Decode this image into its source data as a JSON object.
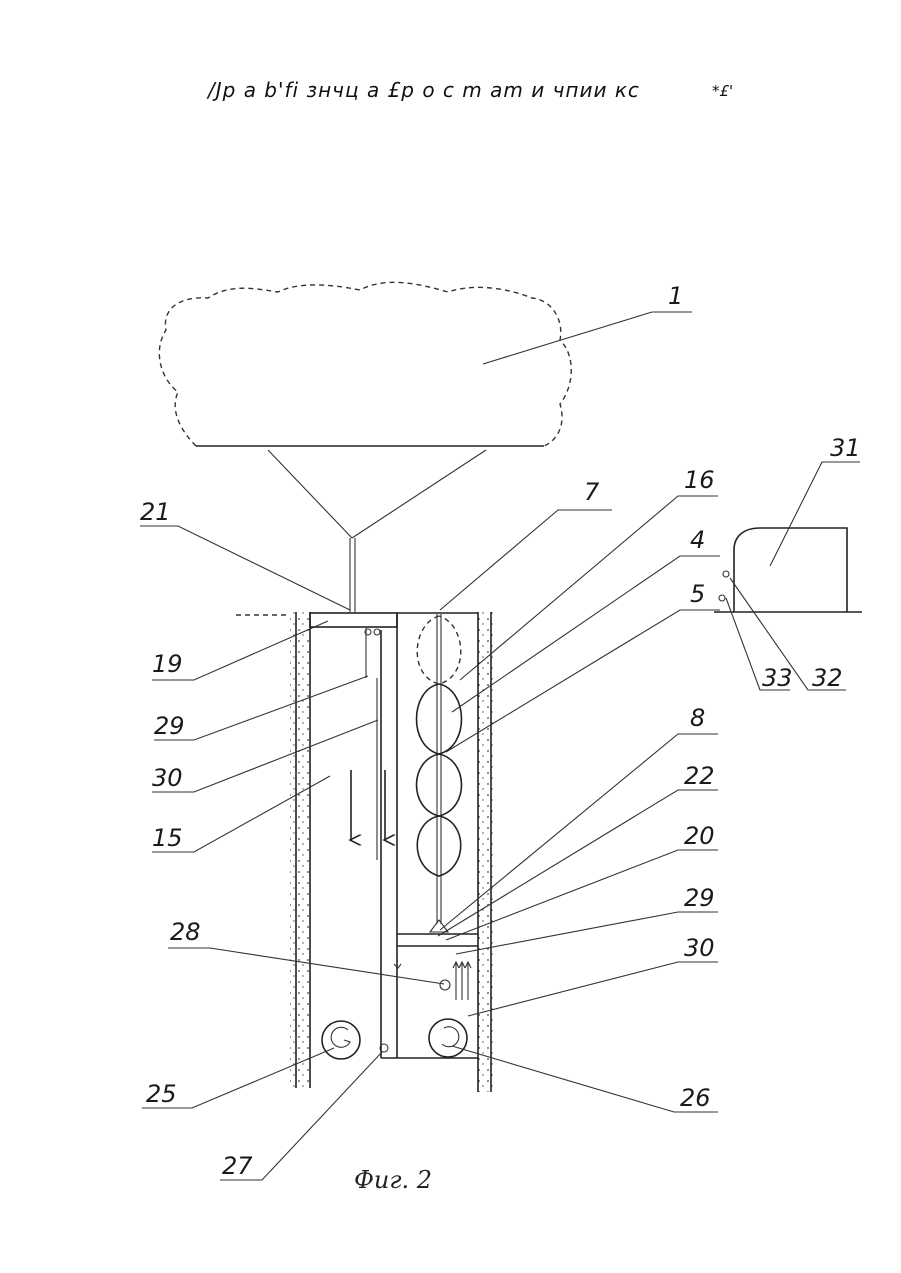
{
  "header": {
    "title": "/Jp a b'fi знчц a £p o c m am и чпии кс",
    "mark": "*£'"
  },
  "caption": "Фиг. 2",
  "labels": {
    "l1": "1",
    "l31": "31",
    "l7": "7",
    "l16": "16",
    "l21": "21",
    "l4": "4",
    "l5": "5",
    "l19": "19",
    "l33": "33",
    "l32": "32",
    "l29a": "29",
    "l8": "8",
    "l30a": "30",
    "l22": "22",
    "l15": "15",
    "l20": "20",
    "l29b": "29",
    "l28": "28",
    "l30b": "30",
    "l25": "25",
    "l26": "26",
    "l27": "27"
  }
}
